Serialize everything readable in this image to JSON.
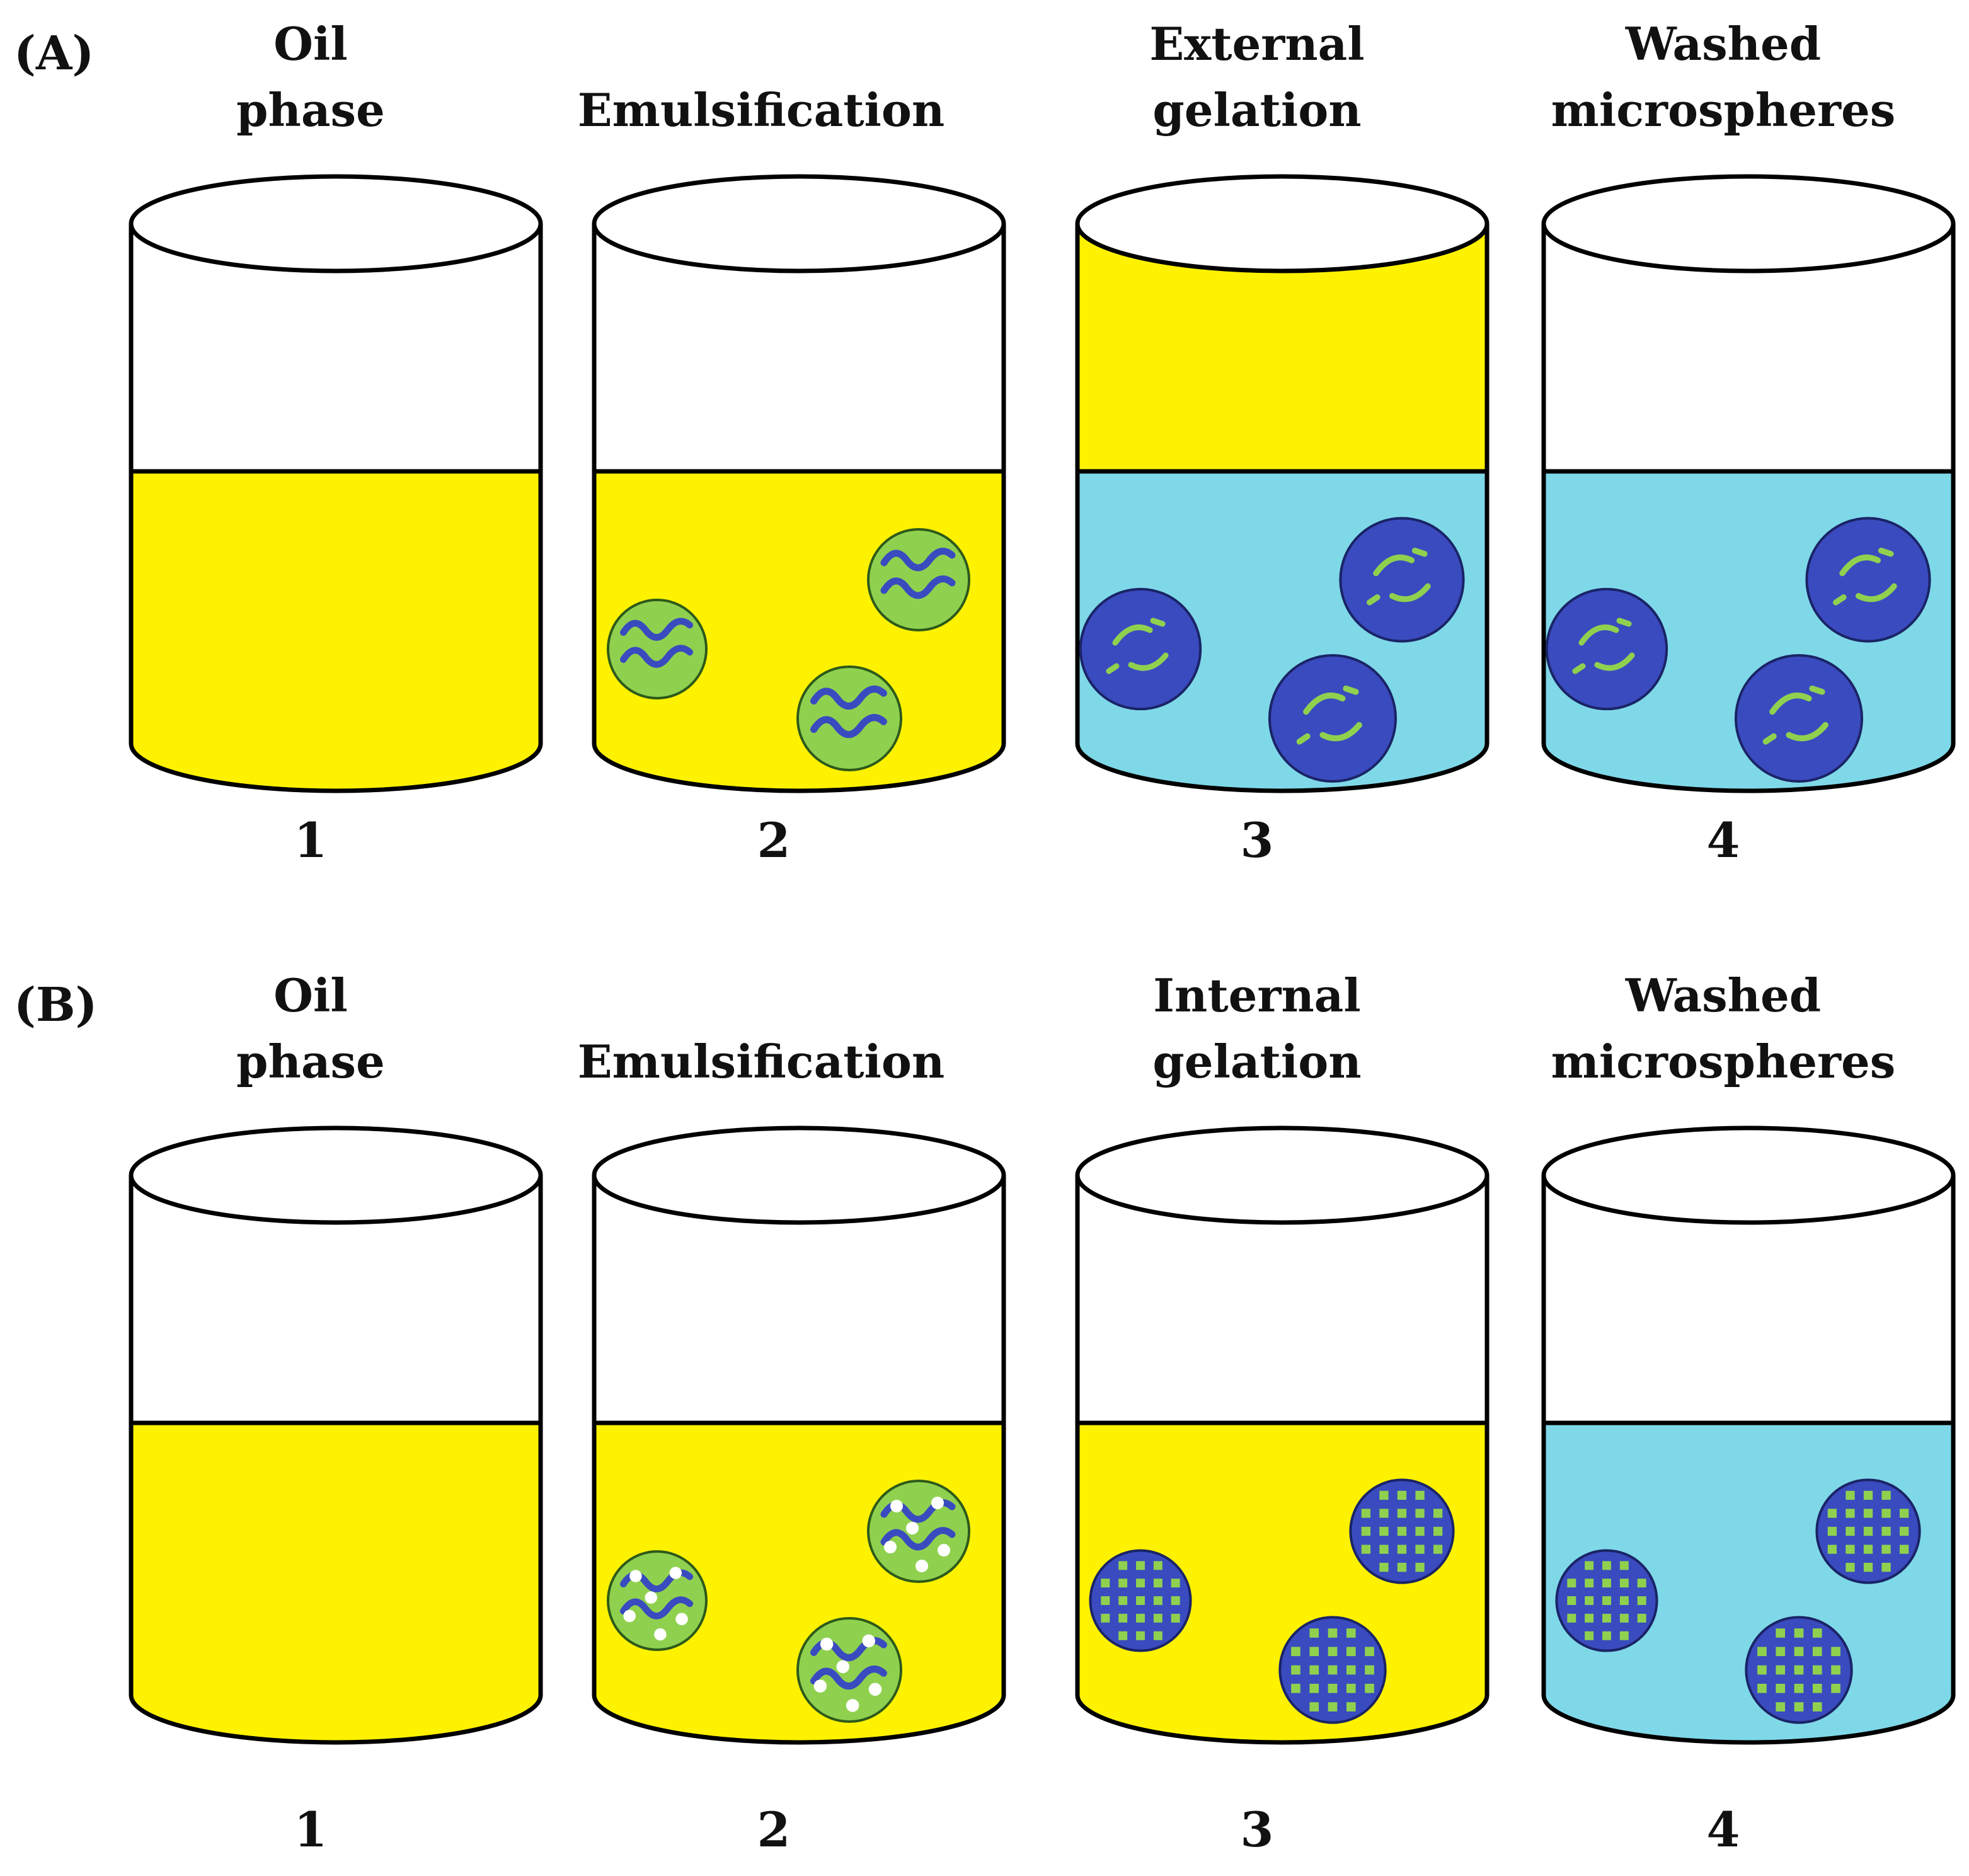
{
  "colors": {
    "oil": "#fff200",
    "water": "#7fd8e8",
    "bead_light": "#8fd14f",
    "bead_dark": "#3a4bbf",
    "outline": "#000000"
  },
  "panels": [
    {
      "label": "(A)",
      "steps": [
        {
          "title": [
            "Oil",
            "phase"
          ],
          "number": "1",
          "liquid": "oil",
          "upper": "none",
          "beads": "none"
        },
        {
          "title": [
            "Emulsification"
          ],
          "number": "2",
          "liquid": "oil",
          "upper": "none",
          "beads": "emulsion"
        },
        {
          "title": [
            "External",
            "gelation"
          ],
          "number": "3",
          "liquid": "water",
          "upper": "oil",
          "beads": "gel-external"
        },
        {
          "title": [
            "Washed",
            "microspheres"
          ],
          "number": "4",
          "liquid": "water",
          "upper": "none",
          "beads": "gel-external"
        }
      ]
    },
    {
      "label": "(B)",
      "steps": [
        {
          "title": [
            "Oil",
            "phase"
          ],
          "number": "1",
          "liquid": "oil",
          "upper": "none",
          "beads": "none"
        },
        {
          "title": [
            "Emulsification"
          ],
          "number": "2",
          "liquid": "oil",
          "upper": "none",
          "beads": "emulsion-dots"
        },
        {
          "title": [
            "Internal",
            "gelation"
          ],
          "number": "3",
          "liquid": "oil",
          "upper": "none",
          "beads": "gel-internal"
        },
        {
          "title": [
            "Washed",
            "microspheres"
          ],
          "number": "4",
          "liquid": "water",
          "upper": "none",
          "beads": "gel-internal"
        }
      ]
    }
  ]
}
